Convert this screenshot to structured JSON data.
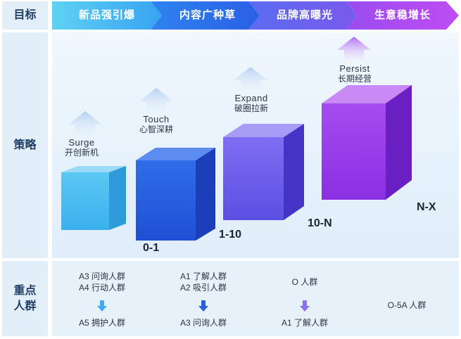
{
  "rows": {
    "goal": "目标",
    "strategy": "策略",
    "crowd_line1": "重点",
    "crowd_line2": "人群"
  },
  "goals": [
    "新品强引爆",
    "内容广种草",
    "品牌高曝光",
    "生意稳增长"
  ],
  "stages": [
    {
      "en": "Surge",
      "zh": "开创新机",
      "level": "0-1",
      "color": "#4fc1f0"
    },
    {
      "en": "Touch",
      "zh": "心智深耕",
      "level": "1-10",
      "color": "#2d63e6"
    },
    {
      "en": "Expand",
      "zh": "破圈拉新",
      "level": "10-N",
      "color": "#6e60ef"
    },
    {
      "en": "Persist",
      "zh": "长期经营",
      "level": "N-X",
      "color": "#9b3bea"
    }
  ],
  "crowds": [
    {
      "top1": "A3 问询人群",
      "top2": "A4 行动人群",
      "bottom": "A5 拥护人群",
      "arrow_color": "#3fa9f5"
    },
    {
      "top1": "A1 了解人群",
      "top2": "A2 吸引人群",
      "bottom": "A3 问询人群",
      "arrow_color": "#2a5fd8"
    },
    {
      "top1": "O 人群",
      "top2": "",
      "bottom": "A1 了解人群",
      "arrow_color": "#8a72ea"
    },
    {
      "top1": "O-5A 人群",
      "top2": "",
      "bottom": "",
      "arrow_color": ""
    }
  ]
}
